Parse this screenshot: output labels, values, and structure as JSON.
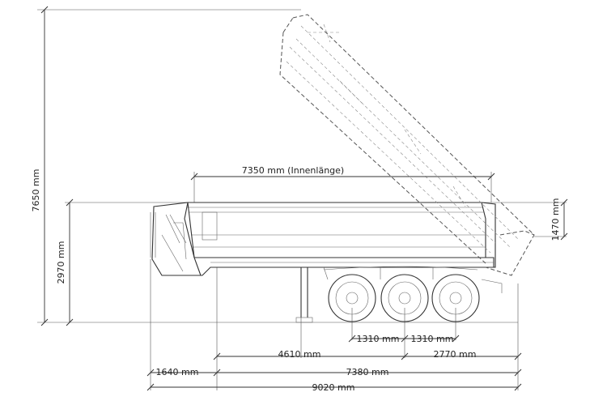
{
  "dimensions": {
    "total_height": "7650 mm",
    "side_height": "2970 mm",
    "wall_height": "1470 mm",
    "inner_length": "7350 mm (Innenlänge)",
    "axle_spacing_1": "1310 mm",
    "axle_spacing_2": "1310 mm",
    "kingpin_to_axle": "4610 mm",
    "rear_overhang": "2770 mm",
    "front_overhang": "1640 mm",
    "kingpin_to_rear": "7380 mm",
    "overall_length": "9020 mm"
  }
}
